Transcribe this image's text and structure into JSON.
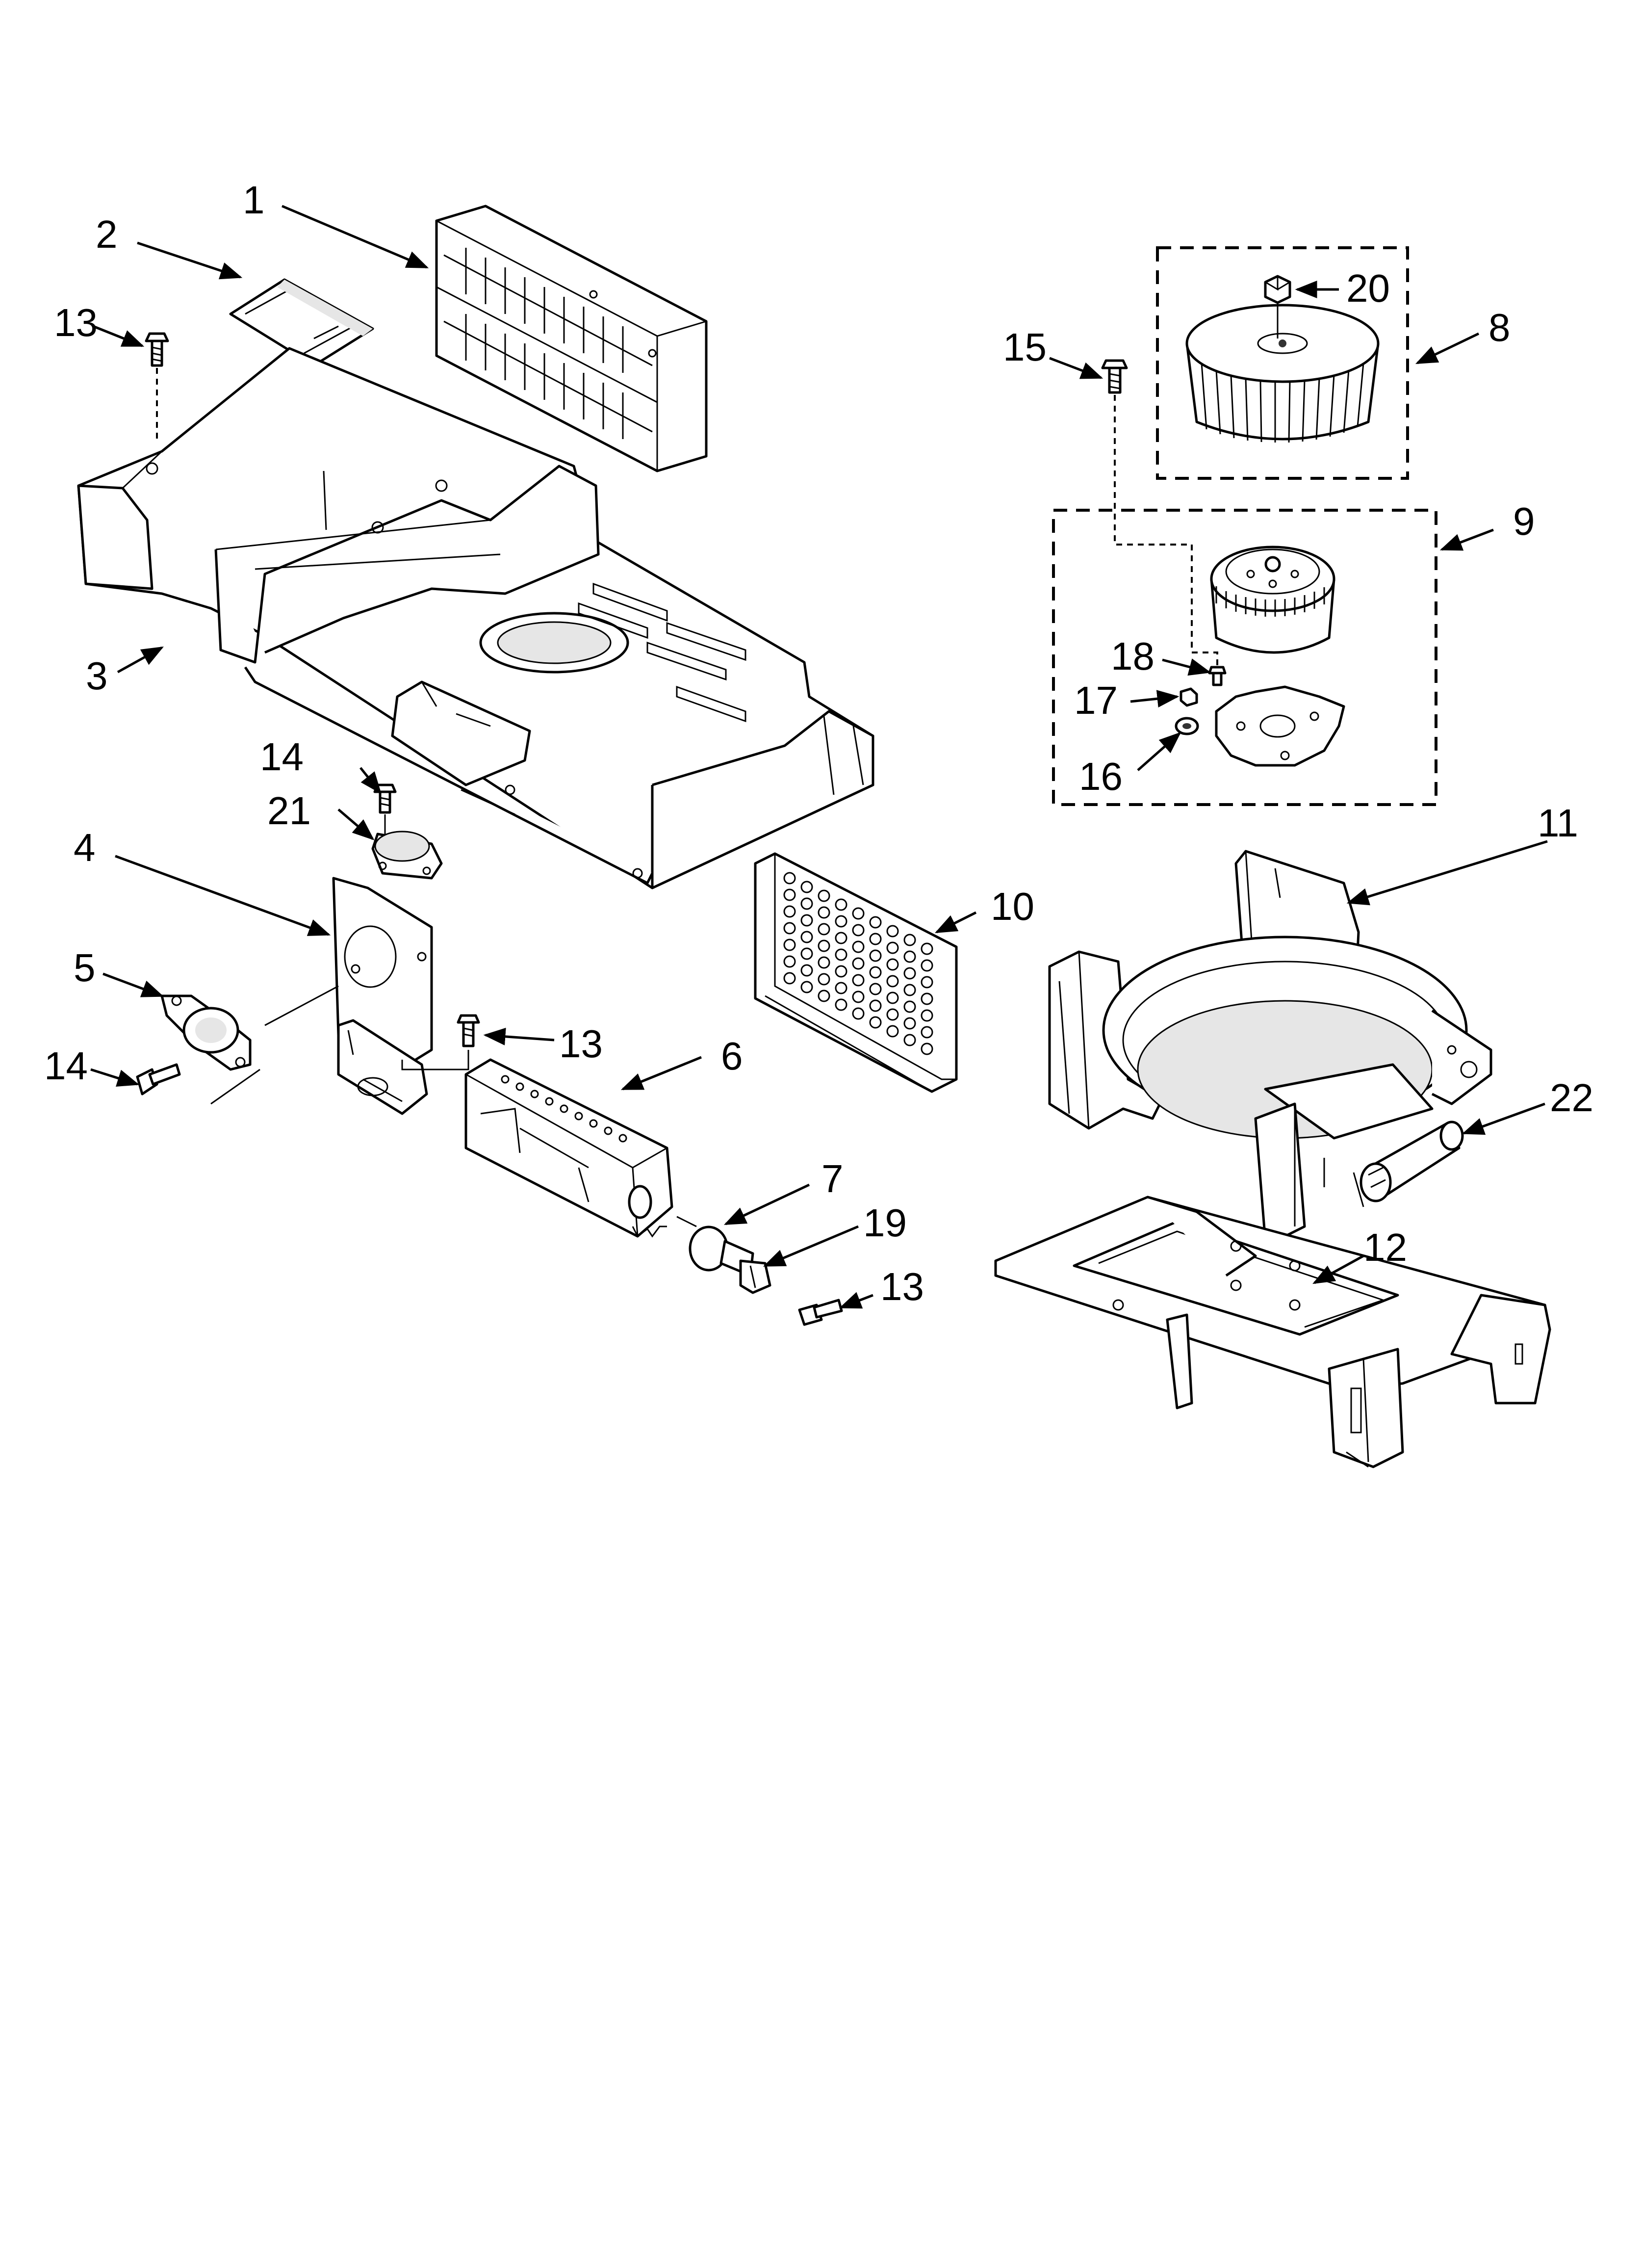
{
  "diagram": {
    "callouts": [
      {
        "id": "c1",
        "label": "1"
      },
      {
        "id": "c2",
        "label": "2"
      },
      {
        "id": "c3",
        "label": "3"
      },
      {
        "id": "c4",
        "label": "4"
      },
      {
        "id": "c5",
        "label": "5"
      },
      {
        "id": "c6",
        "label": "6"
      },
      {
        "id": "c7",
        "label": "7"
      },
      {
        "id": "c8",
        "label": "8"
      },
      {
        "id": "c9",
        "label": "9"
      },
      {
        "id": "c10",
        "label": "10"
      },
      {
        "id": "c11",
        "label": "11"
      },
      {
        "id": "c12",
        "label": "12"
      },
      {
        "id": "c13a",
        "label": "13"
      },
      {
        "id": "c13b",
        "label": "13"
      },
      {
        "id": "c13c",
        "label": "13"
      },
      {
        "id": "c14a",
        "label": "14"
      },
      {
        "id": "c14b",
        "label": "14"
      },
      {
        "id": "c15",
        "label": "15"
      },
      {
        "id": "c16",
        "label": "16"
      },
      {
        "id": "c17",
        "label": "17"
      },
      {
        "id": "c18",
        "label": "18"
      },
      {
        "id": "c19",
        "label": "19"
      },
      {
        "id": "c20",
        "label": "20"
      },
      {
        "id": "c21",
        "label": "21"
      },
      {
        "id": "c22",
        "label": "22"
      }
    ]
  }
}
